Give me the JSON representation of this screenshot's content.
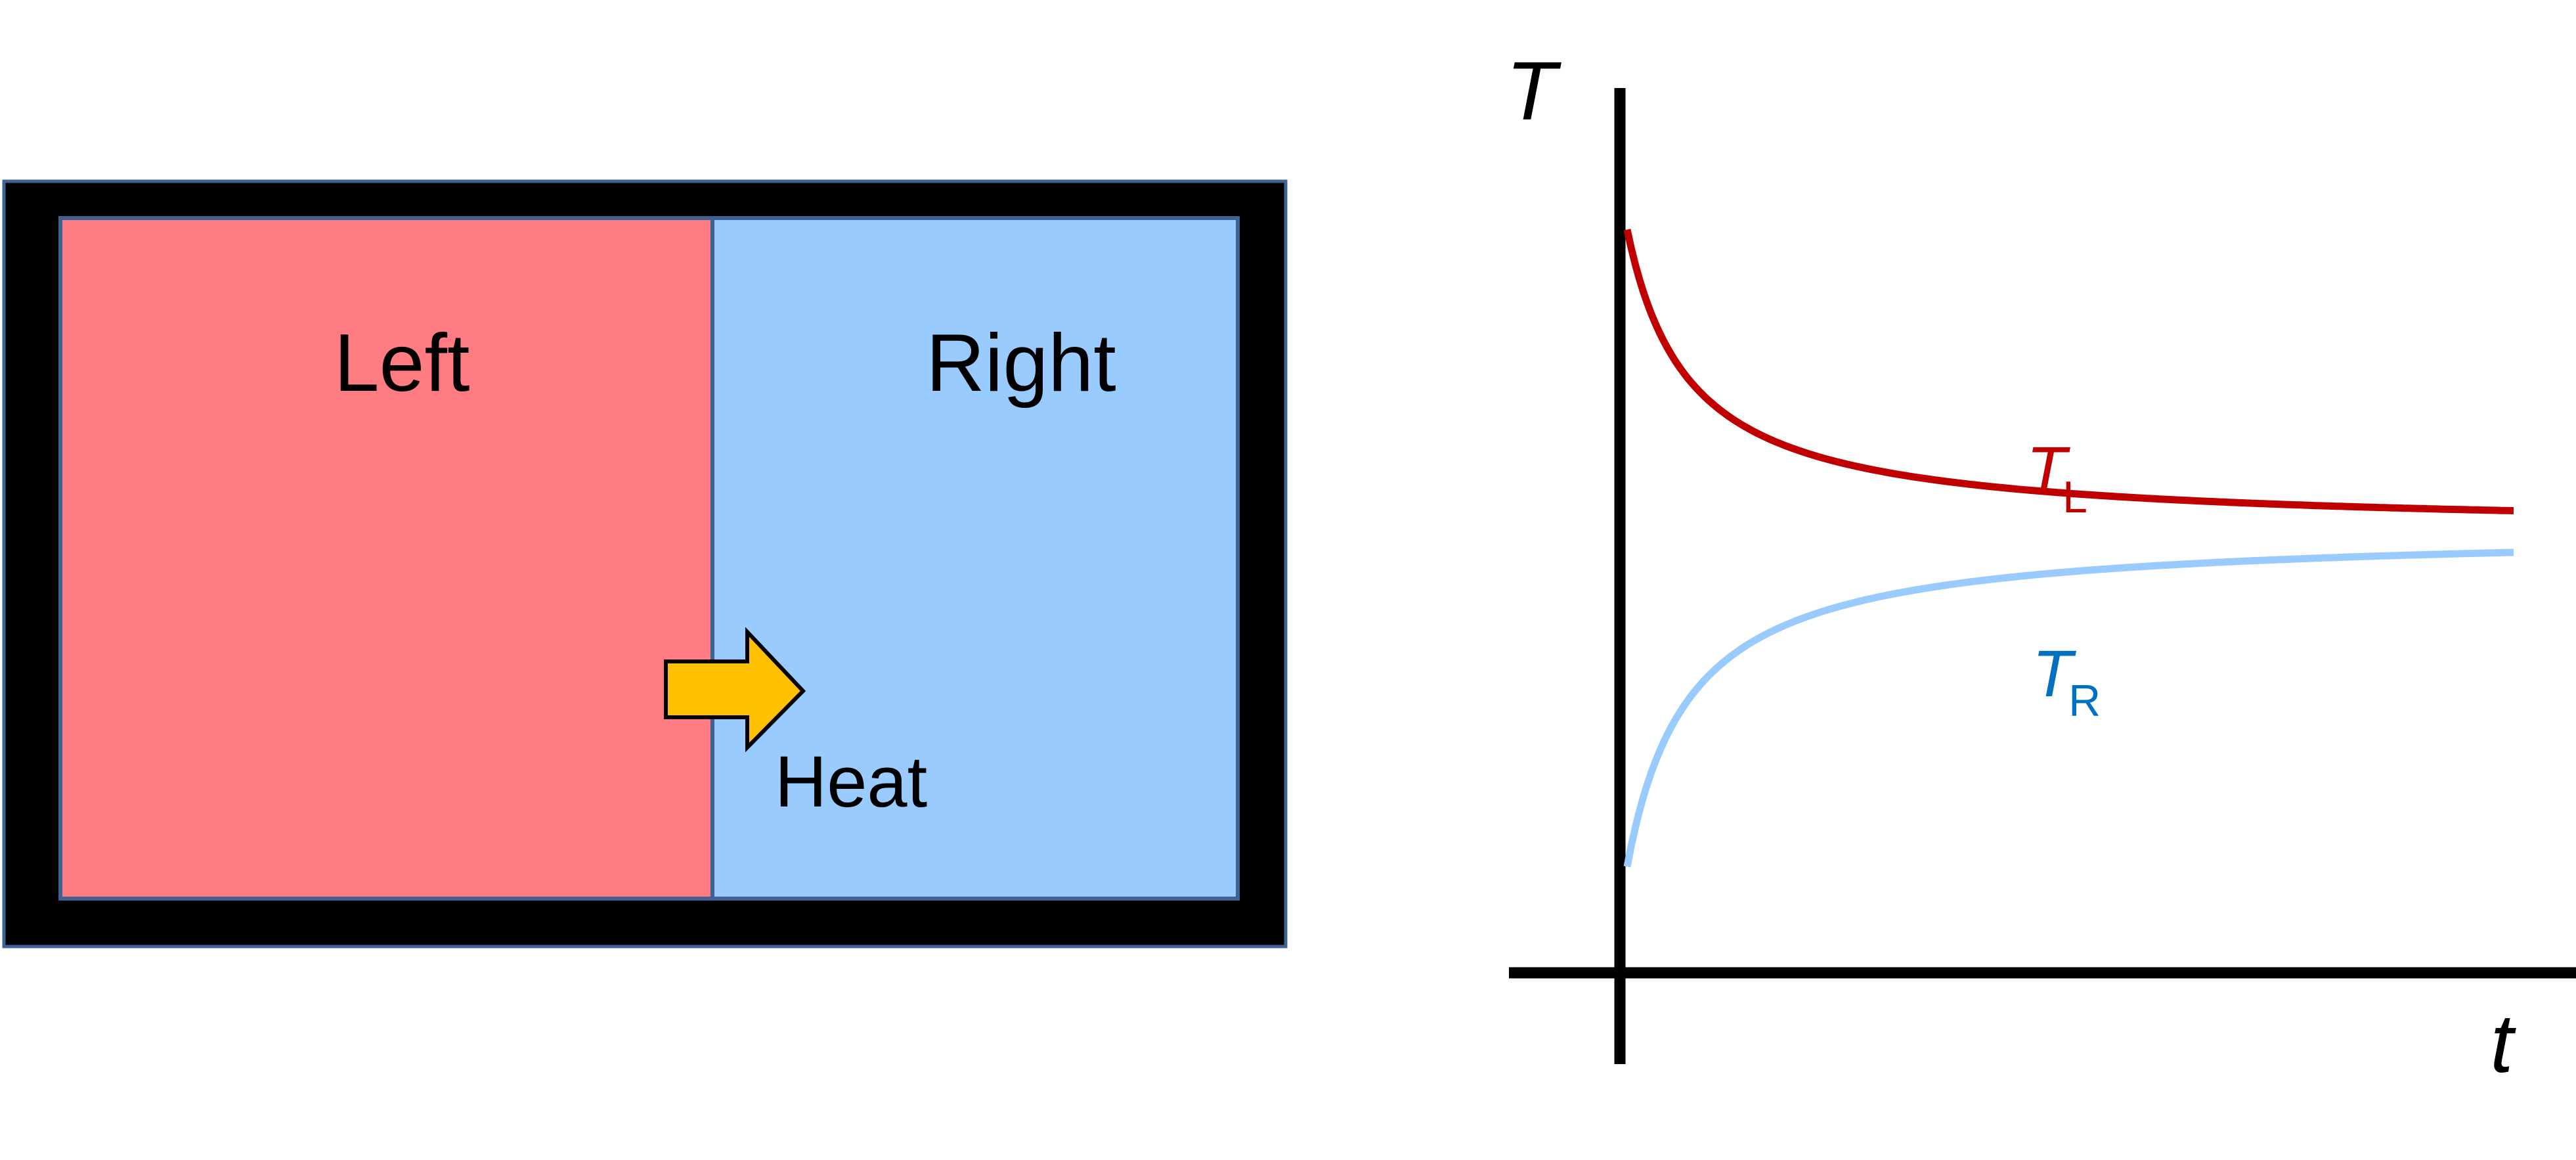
{
  "diagram": {
    "left_label": "Left",
    "right_label": "Right",
    "heat_label": "Heat",
    "colors": {
      "outer_box": "#000000",
      "left_fill": "#ff7c82",
      "right_fill": "#9acbfe",
      "border": "#3f6295",
      "arrow_fill": "#ffc000",
      "arrow_stroke": "#000000"
    }
  },
  "chart_data": {
    "type": "line",
    "xlabel": "t",
    "ylabel": "T",
    "axes": {
      "x_ticks": [],
      "y_ticks": []
    },
    "grid": false,
    "series": [
      {
        "name": "T_L",
        "label_main": "T",
        "label_sub": "L",
        "color": "#c00000",
        "label_color": "#c00000",
        "start": 0.84,
        "asymptote": 0.5,
        "decay": 0.7
      },
      {
        "name": "T_R",
        "label_main": "T",
        "label_sub": "R",
        "color": "#9acbfe",
        "label_color": "#0070c0",
        "start": 0.12,
        "asymptote": 0.5,
        "decay": 0.7
      }
    ]
  }
}
